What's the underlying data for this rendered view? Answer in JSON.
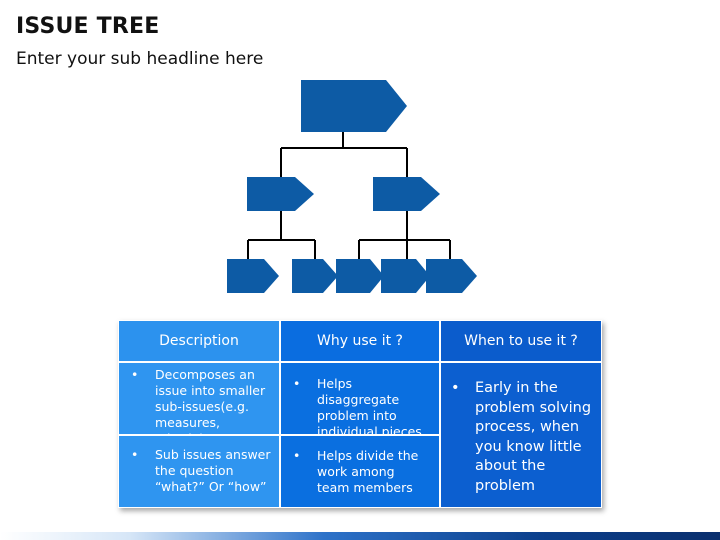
{
  "title": "ISSUE TREE",
  "subtitle": "Enter your sub headline here",
  "colors": {
    "tree_box": "#0d5ba5",
    "connector": "#000000",
    "header_left": "#2c92ee",
    "header_mid": "#0a6de0",
    "header_right": "#0b5ccc"
  },
  "table": {
    "headers": [
      "Description",
      "Why use it ?",
      "When to  use it ?"
    ],
    "description": [
      "Decomposes an issue into smaller sub-issues(e.g. measures, criteria)",
      "Sub issues answer the question “what?” Or “how”"
    ],
    "why": [
      "Helps disaggregate problem into individual pieces",
      "Helps divide the work among team members"
    ],
    "when": "Early in the problem solving process, when you know little about the problem",
    "bullet": "•"
  }
}
